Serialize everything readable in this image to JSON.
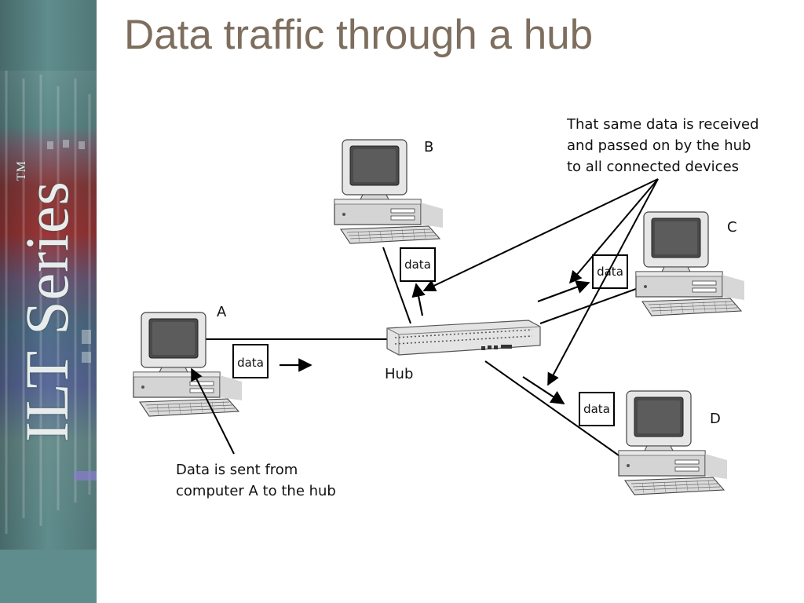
{
  "slide": {
    "title": "Data traffic through a hub",
    "brand": "ILT Series",
    "brand_tm": "TM"
  },
  "diagram": {
    "computers": {
      "a": "A",
      "b": "B",
      "c": "C",
      "d": "D"
    },
    "hub_label": "Hub",
    "packet_label": "data",
    "caption_send": [
      "Data is sent from",
      "computer A to the hub"
    ],
    "caption_receive": [
      "That same data is received",
      "and passed on by the hub",
      "to all connected devices"
    ]
  },
  "colors": {
    "title": "#7d6e5e",
    "sidebar": "#5f8c8c",
    "line": "#000000"
  }
}
